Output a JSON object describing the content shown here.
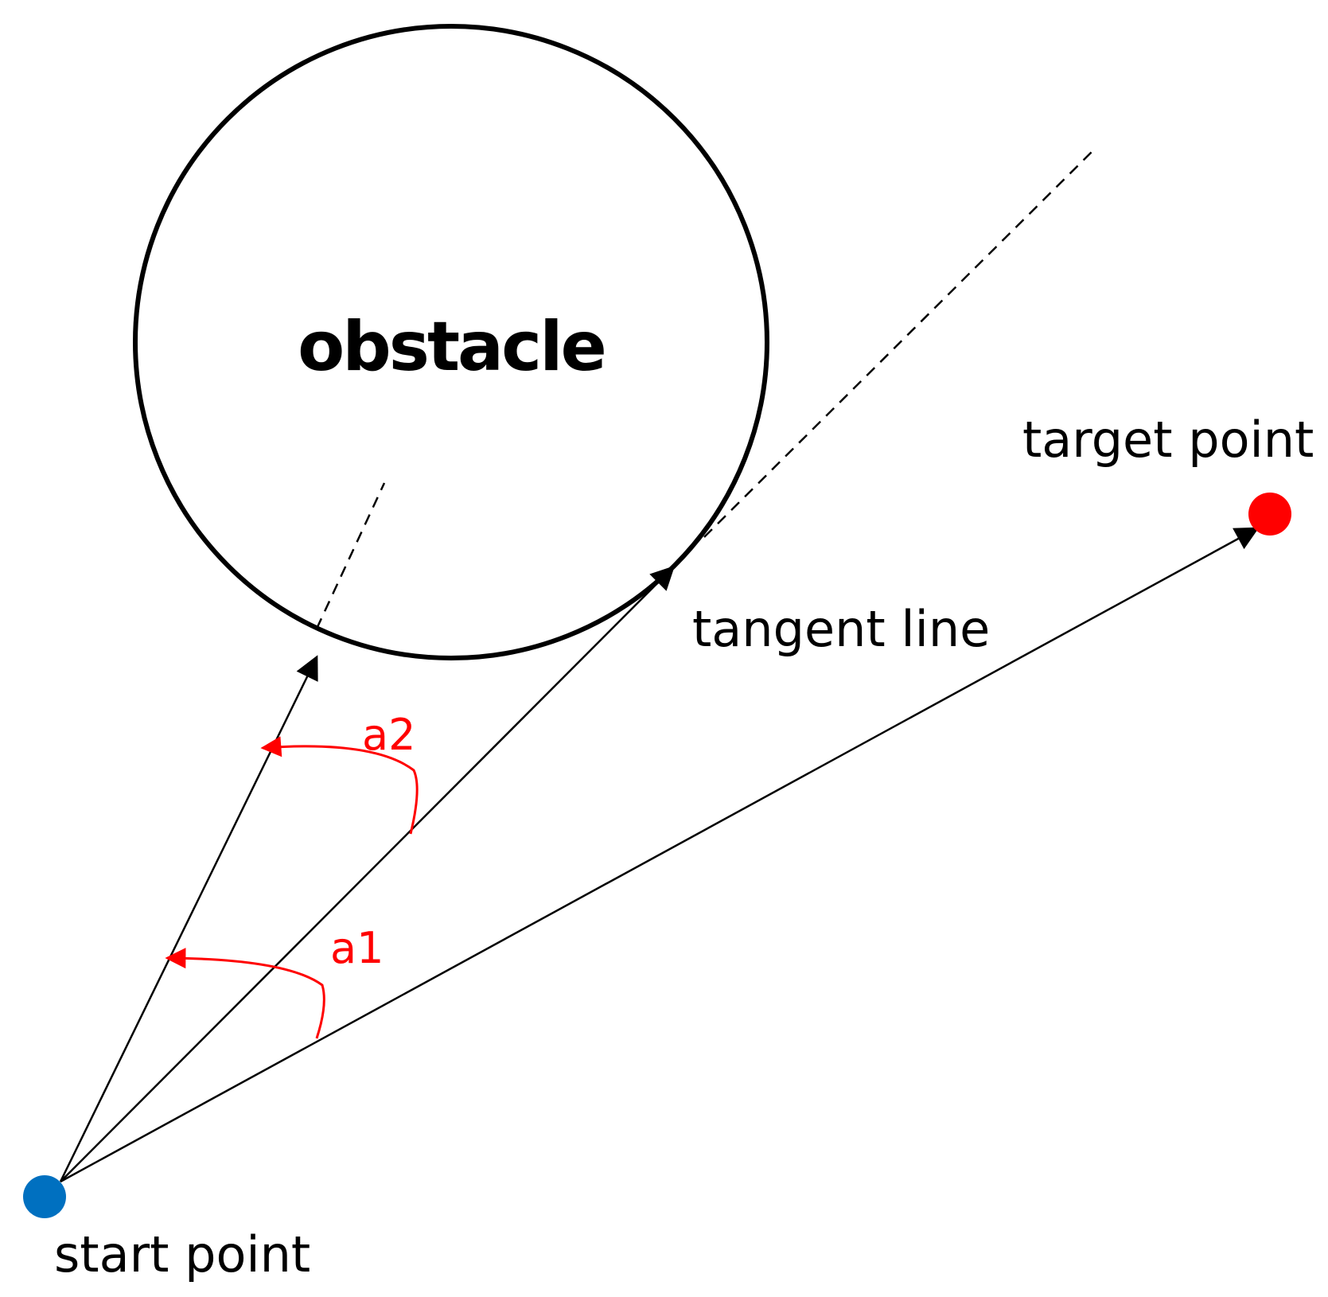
{
  "labels": {
    "obstacle": "obstacle",
    "target_point": "target point",
    "tangent_line": "tangent line",
    "start_point": "start point",
    "angle_a1": "a1",
    "angle_a2": "a2"
  },
  "colors": {
    "line": "#000000",
    "angle": "#ff0000",
    "start_dot": "#0070c0",
    "target_dot": "#ff0000",
    "background": "#ffffff"
  }
}
